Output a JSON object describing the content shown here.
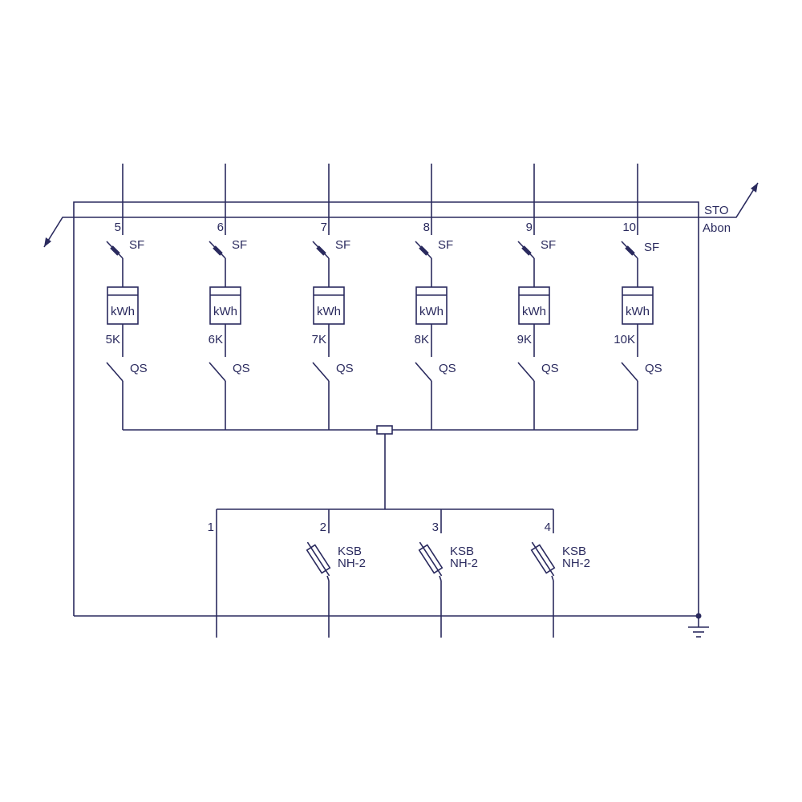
{
  "feeders": [
    {
      "number": "5",
      "breaker": "SF",
      "meter": "kWh",
      "meter_id": "5K",
      "switch": "QS"
    },
    {
      "number": "6",
      "breaker": "SF",
      "meter": "kWh",
      "meter_id": "6K",
      "switch": "QS"
    },
    {
      "number": "7",
      "breaker": "SF",
      "meter": "kWh",
      "meter_id": "7K",
      "switch": "QS"
    },
    {
      "number": "8",
      "breaker": "SF",
      "meter": "kWh",
      "meter_id": "8K",
      "switch": "QS"
    },
    {
      "number": "9",
      "breaker": "SF",
      "meter": "kWh",
      "meter_id": "9K",
      "switch": "QS"
    },
    {
      "number": "10",
      "breaker": "SF",
      "meter": "kWh",
      "meter_id": "10K",
      "switch": "QS"
    }
  ],
  "outputs": [
    {
      "number": "1",
      "fuse": null
    },
    {
      "number": "2",
      "fuse": [
        "KSB",
        "NH-2"
      ]
    },
    {
      "number": "3",
      "fuse": [
        "KSB",
        "NH-2"
      ]
    },
    {
      "number": "4",
      "fuse": [
        "KSB",
        "NH-2"
      ]
    }
  ],
  "labels": {
    "sto": "STO",
    "abon": "Abon"
  },
  "colors": {
    "line": "#2a2a5e"
  }
}
